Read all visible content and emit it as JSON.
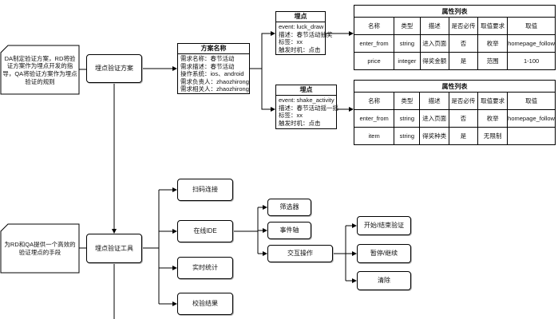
{
  "notes": {
    "plan_note": "DA制定验证方案，RD将验证方案作为埋点开发的指导，QA将验证方案作为埋点验证的规则",
    "tool_note": "为RD和QA提供一个高效的验证埋点的手段"
  },
  "nodes": {
    "plan": "埋点验证方案",
    "tool": "埋点验证工具",
    "scan": "扫码连接",
    "ide": "在线IDE",
    "realtime": "实时统计",
    "check": "校验结果",
    "filter": "筛选器",
    "timeline": "事件轴",
    "interact": "交互操作",
    "start_end": "开始/结束验证",
    "pause": "暂停/继续",
    "clear": "清除"
  },
  "scheme": {
    "title": "方案名称",
    "lines": [
      "需求名称：春节活动",
      "需求描述：春节活动",
      "操作系统：ios、android",
      "需求负责人：zhaozhirong",
      "需求相关人：zhaozhirong"
    ]
  },
  "events": [
    {
      "title": "埋点",
      "lines": [
        "event: luck_draw",
        "描述：春节活动抽奖",
        "标签：xx",
        "触发时机：点击"
      ],
      "table": {
        "caption": "属性列表",
        "headers": [
          "名称",
          "类型",
          "描述",
          "是否必传",
          "取值要求",
          "取值"
        ],
        "rows": [
          [
            "enter_from",
            "string",
            "进入页面",
            "否",
            "枚举",
            "homepage_follow"
          ],
          [
            "price",
            "integer",
            "得奖金额",
            "是",
            "范围",
            "1-100"
          ]
        ]
      }
    },
    {
      "title": "埋点",
      "lines": [
        "event: shake_activity",
        "描述：春节活动摇一摇",
        "标签：xx",
        "触发时机：点击"
      ],
      "table": {
        "caption": "属性列表",
        "headers": [
          "名称",
          "类型",
          "描述",
          "是否必传",
          "取值要求",
          "取值"
        ],
        "rows": [
          [
            "enter_from",
            "string",
            "进入页面",
            "否",
            "枚举",
            "homepage_follow"
          ],
          [
            "item",
            "string",
            "得奖种类",
            "是",
            "无限制",
            ""
          ]
        ]
      }
    }
  ]
}
